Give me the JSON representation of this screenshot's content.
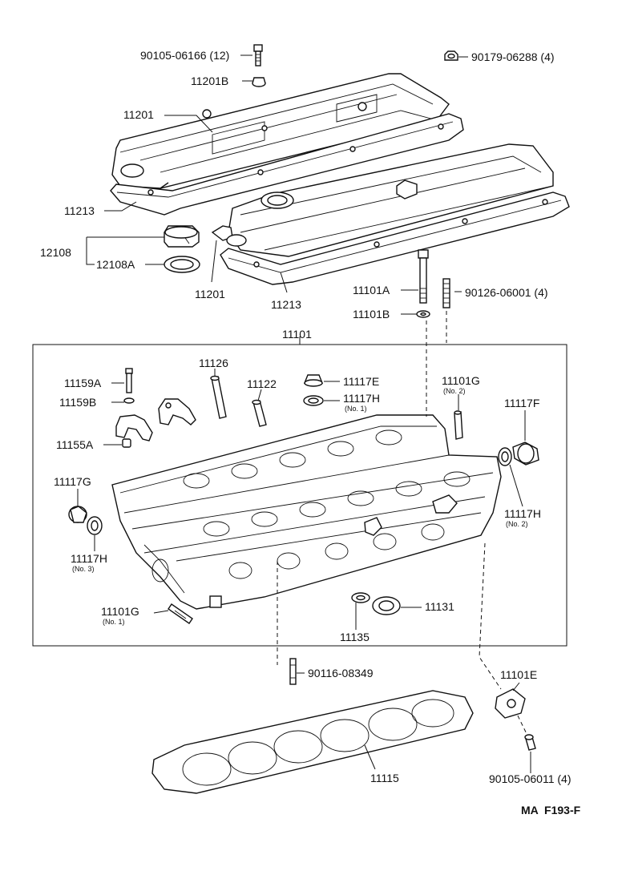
{
  "labels": {
    "p90105_06166": "90105-06166 (12)",
    "p90179_06288": "90179-06288 (4)",
    "p11201B": "11201B",
    "p11201_top": "11201",
    "p11213_left": "11213",
    "p12108": "12108",
    "p12108A": "12108A",
    "p11201_bottom": "11201",
    "p11213_bottom": "11213",
    "p11101A": "11101A",
    "p90126_06001": "90126-06001 (4)",
    "p11101B": "11101B",
    "p11101": "11101",
    "p11126": "11126",
    "p11159A": "11159A",
    "p11122": "11122",
    "p11117E": "11117E",
    "p11159B": "11159B",
    "p11117H_no1": "11117H",
    "p11117H_no1_sub": "(No. 1)",
    "p11101G_no2": "11101G",
    "p11101G_no2_sub": "(No. 2)",
    "p11117F": "11117F",
    "p11155A": "11155A",
    "p11117G": "11117G",
    "p11117H_no2": "11117H",
    "p11117H_no2_sub": "(No. 2)",
    "p11117H_no3": "11117H",
    "p11117H_no3_sub": "(No. 3)",
    "p11101G_no1": "11101G",
    "p11101G_no1_sub": "(No. 1)",
    "p11131": "11131",
    "p11135": "11135",
    "p90116_08349": "90116-08349",
    "p11101E": "11101E",
    "p11115": "11115",
    "p90105_06011": "90105-06011 (4)"
  },
  "diagram_code": "MA  F193-F"
}
